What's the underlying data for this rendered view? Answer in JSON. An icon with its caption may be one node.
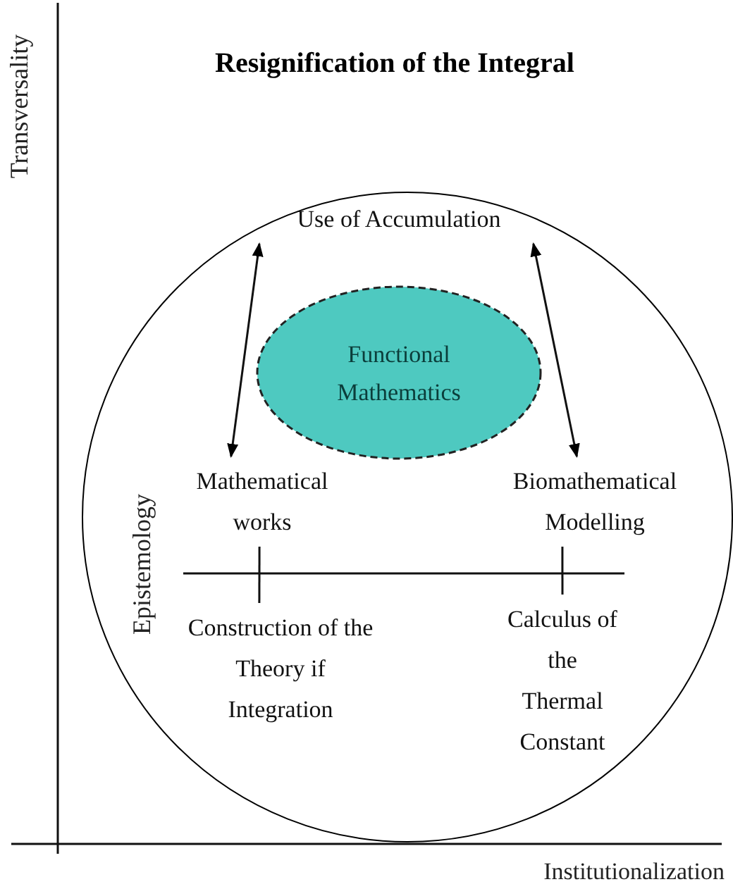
{
  "diagram": {
    "title": "Resignification of the Integral",
    "nodes": [
      {
        "text": [],
        "shape": "circle"
      },
      {
        "text": [
          "Use of Accumulation"
        ],
        "in": 0
      },
      {
        "text": [
          "Functional Mathematics"
        ],
        "in": 0
      },
      {
        "text": [
          "Mathematical works"
        ],
        "in": 0
      },
      {
        "text": [
          "Biomathematical Modelling"
        ],
        "in": 0
      },
      {
        "text": [
          "Construction of the Theory if Integration"
        ],
        "in": 0
      },
      {
        "text": [
          "Calculus of the Thermal Constant"
        ],
        "in": 0
      }
    ],
    "edges": [
      {
        "from": 3,
        "to": 1,
        "arrow": "both"
      },
      {
        "from": 4,
        "to": 1,
        "arrow": "both"
      },
      {
        "from": 3,
        "to": 5,
        "arrow": "none"
      },
      {
        "from": 4,
        "to": 6,
        "arrow": "none"
      }
    ],
    "labels": [
      "Transversality",
      "Epistemology",
      "Institutionalization"
    ]
  }
}
